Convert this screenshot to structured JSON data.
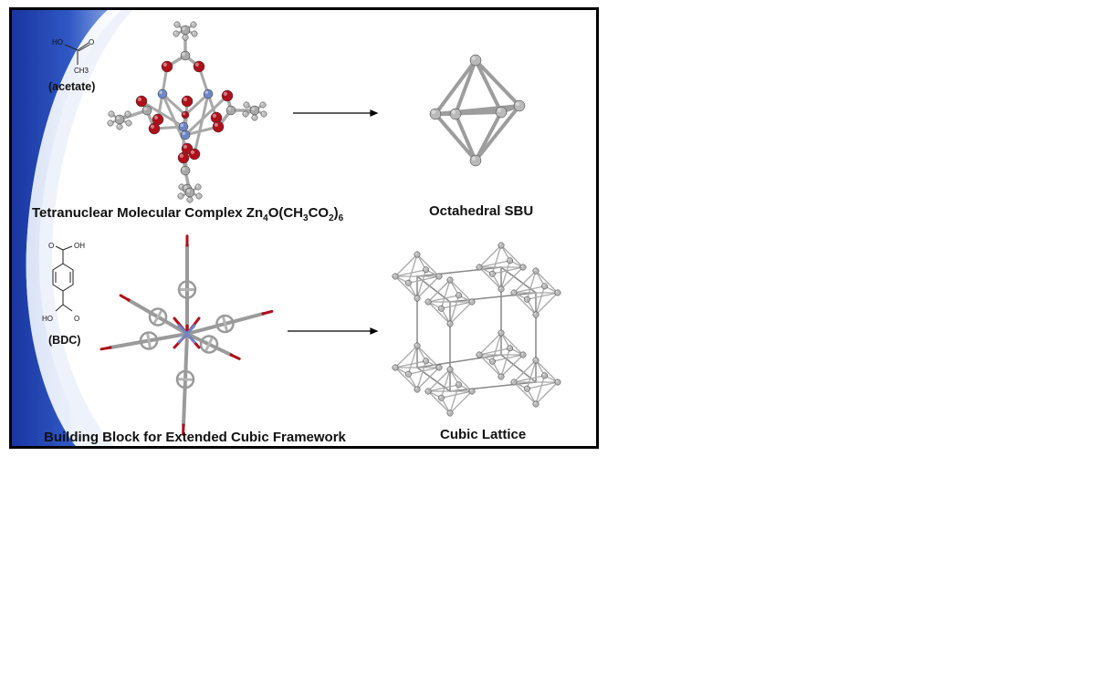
{
  "top_row": {
    "ligand_label": "(acetate)",
    "ligand_atoms": {
      "hydroxyl": "HO",
      "carbonyl_o": "O",
      "methyl": "CH3"
    },
    "complex_title_prefix": "Tetranuclear Molecular Complex Zn",
    "complex_title_sub1": "4",
    "complex_title_mid1": "O(CH",
    "complex_title_sub2": "3",
    "complex_title_mid2": "CO",
    "complex_title_sub3": "2",
    "complex_title_mid3": ")",
    "complex_title_sub4": "6",
    "result_label": "Octahedral SBU"
  },
  "bottom_row": {
    "ligand_label": "(BDC)",
    "ligand_atoms": {
      "top_o": "O",
      "top_oh": "OH",
      "bottom_ho": "HO",
      "bottom_o": "O"
    },
    "block_title": "Building Block for Extended Cubic Framework",
    "result_label": "Cubic Lattice"
  },
  "colors": {
    "oxygen": "#b0101a",
    "zinc": "#6e86c6",
    "carbon": "#a8a8a8",
    "swoosh_dark": "#1d3ea0",
    "swoosh_light": "#b9c9ea"
  }
}
